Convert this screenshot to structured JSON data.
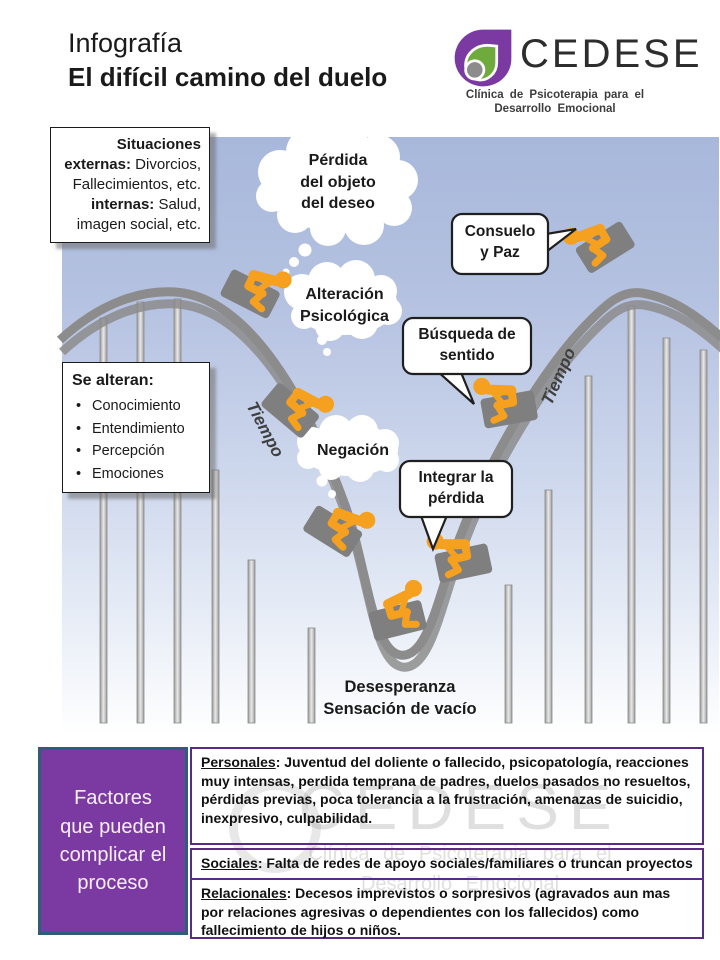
{
  "header": {
    "kicker": "Infografía",
    "title": "El difícil camino del duelo"
  },
  "logo": {
    "name": "CEDESE",
    "tagline": "Clínica de Psicoterapia para el\nDesarrollo Emocional"
  },
  "situaciones": {
    "bold1": "Situaciones externas:",
    "text1": " Divorcios, Fallecimientos, etc. ",
    "bold2": "internas:",
    "text2": " Salud, imagen social, etc."
  },
  "se_alteran": {
    "title": "Se alteran:",
    "items": [
      "Conocimiento",
      "Entendimiento",
      "Percepción",
      "Emociones"
    ]
  },
  "thoughts": {
    "perdida": "Pérdida\ndel objeto\ndel deseo",
    "alteracion": "Alteración\nPsicológica",
    "negacion": "Negación",
    "desesperanza": "Desesperanza\nSensación de vacío"
  },
  "speech": {
    "consuelo": "Consuelo\ny Paz",
    "busqueda": "Búsqueda de\nsentido",
    "integrar": "Integrar la\npérdida"
  },
  "timeline": {
    "tiempo_left": "Tiempo",
    "tiempo_right": "Tiempo"
  },
  "factores": {
    "box": "Factores\nque pueden\ncomplicar el\nproceso",
    "personales_label": "Personales",
    "personales_text": ": Juventud del doliente o fallecido, psicopatología, reacciones muy intensas, perdida temprana de padres, duelos pasados no resueltos, pérdidas previas, poca tolerancia a la frustración, amenazas de suicidio, inexpresivo, culpabilidad.",
    "sociales_label": "Sociales",
    "sociales_text": ": Falta de redes de apoyo sociales/familiares o truncan proyectos",
    "relacionales_label": "Relacionales",
    "relacionales_text": ": Decesos imprevistos o sorpresivos (agravados aun mas por relaciones agresivas o dependientes con los fallecidos) como fallecimiento de hijos o niños."
  },
  "watermark": {
    "name": "CEDESE",
    "tagline": "Clínica de Psicoterapia para el\nDesarrollo Emocional"
  },
  "colors": {
    "accent_purple": "#7b3aa1",
    "border_purple": "#5b2a87",
    "border_teal": "#2f5d79",
    "rider_orange": "#f5a01e",
    "track_gray": "#8c8c8c",
    "sky_blue_top": "#a8b8db"
  }
}
